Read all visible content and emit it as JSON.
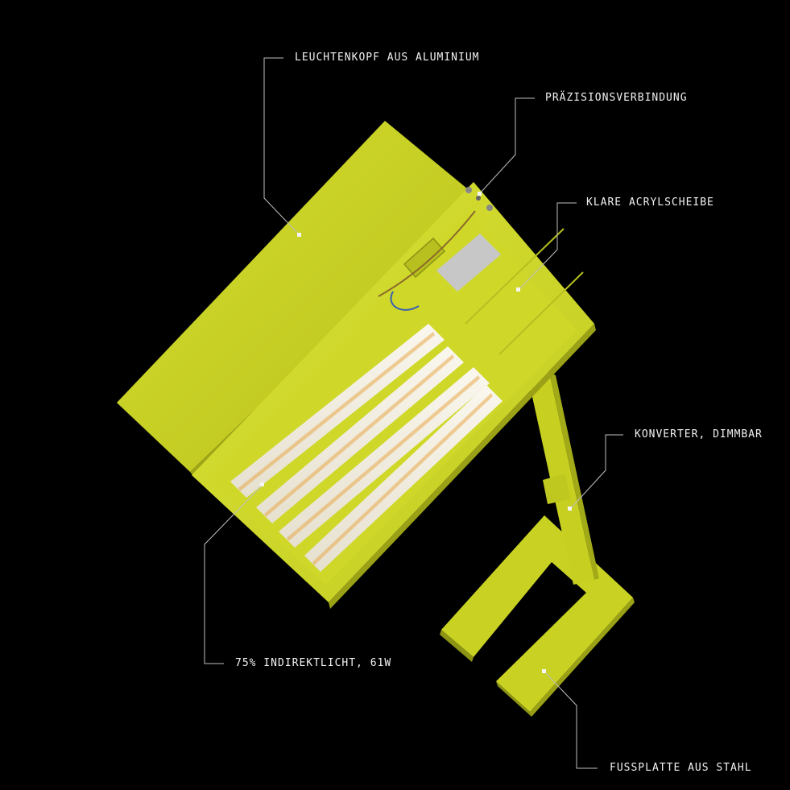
{
  "colors": {
    "background": "#000000",
    "lamp": "#cdd624",
    "lamp_shadow": "#a9b21a",
    "lamp_light": "#dbe33a",
    "led_strip": "#f3efe4",
    "label": "#f2f2f2",
    "leader": "#bfbfbf"
  },
  "annotations": [
    {
      "id": "head",
      "text": "LEUCHTENKOPF AUS ALUMINIUM"
    },
    {
      "id": "joint",
      "text": "PRÄZISIONSVERBINDUNG"
    },
    {
      "id": "acrylic",
      "text": "KLARE ACRYLSCHEIBE"
    },
    {
      "id": "converter",
      "text": "KONVERTER, DIMMBAR"
    },
    {
      "id": "indirect",
      "text": "75% INDIREKTLICHT, 61W"
    },
    {
      "id": "base",
      "text": "FUSSPLATTE AUS STAHL"
    }
  ]
}
